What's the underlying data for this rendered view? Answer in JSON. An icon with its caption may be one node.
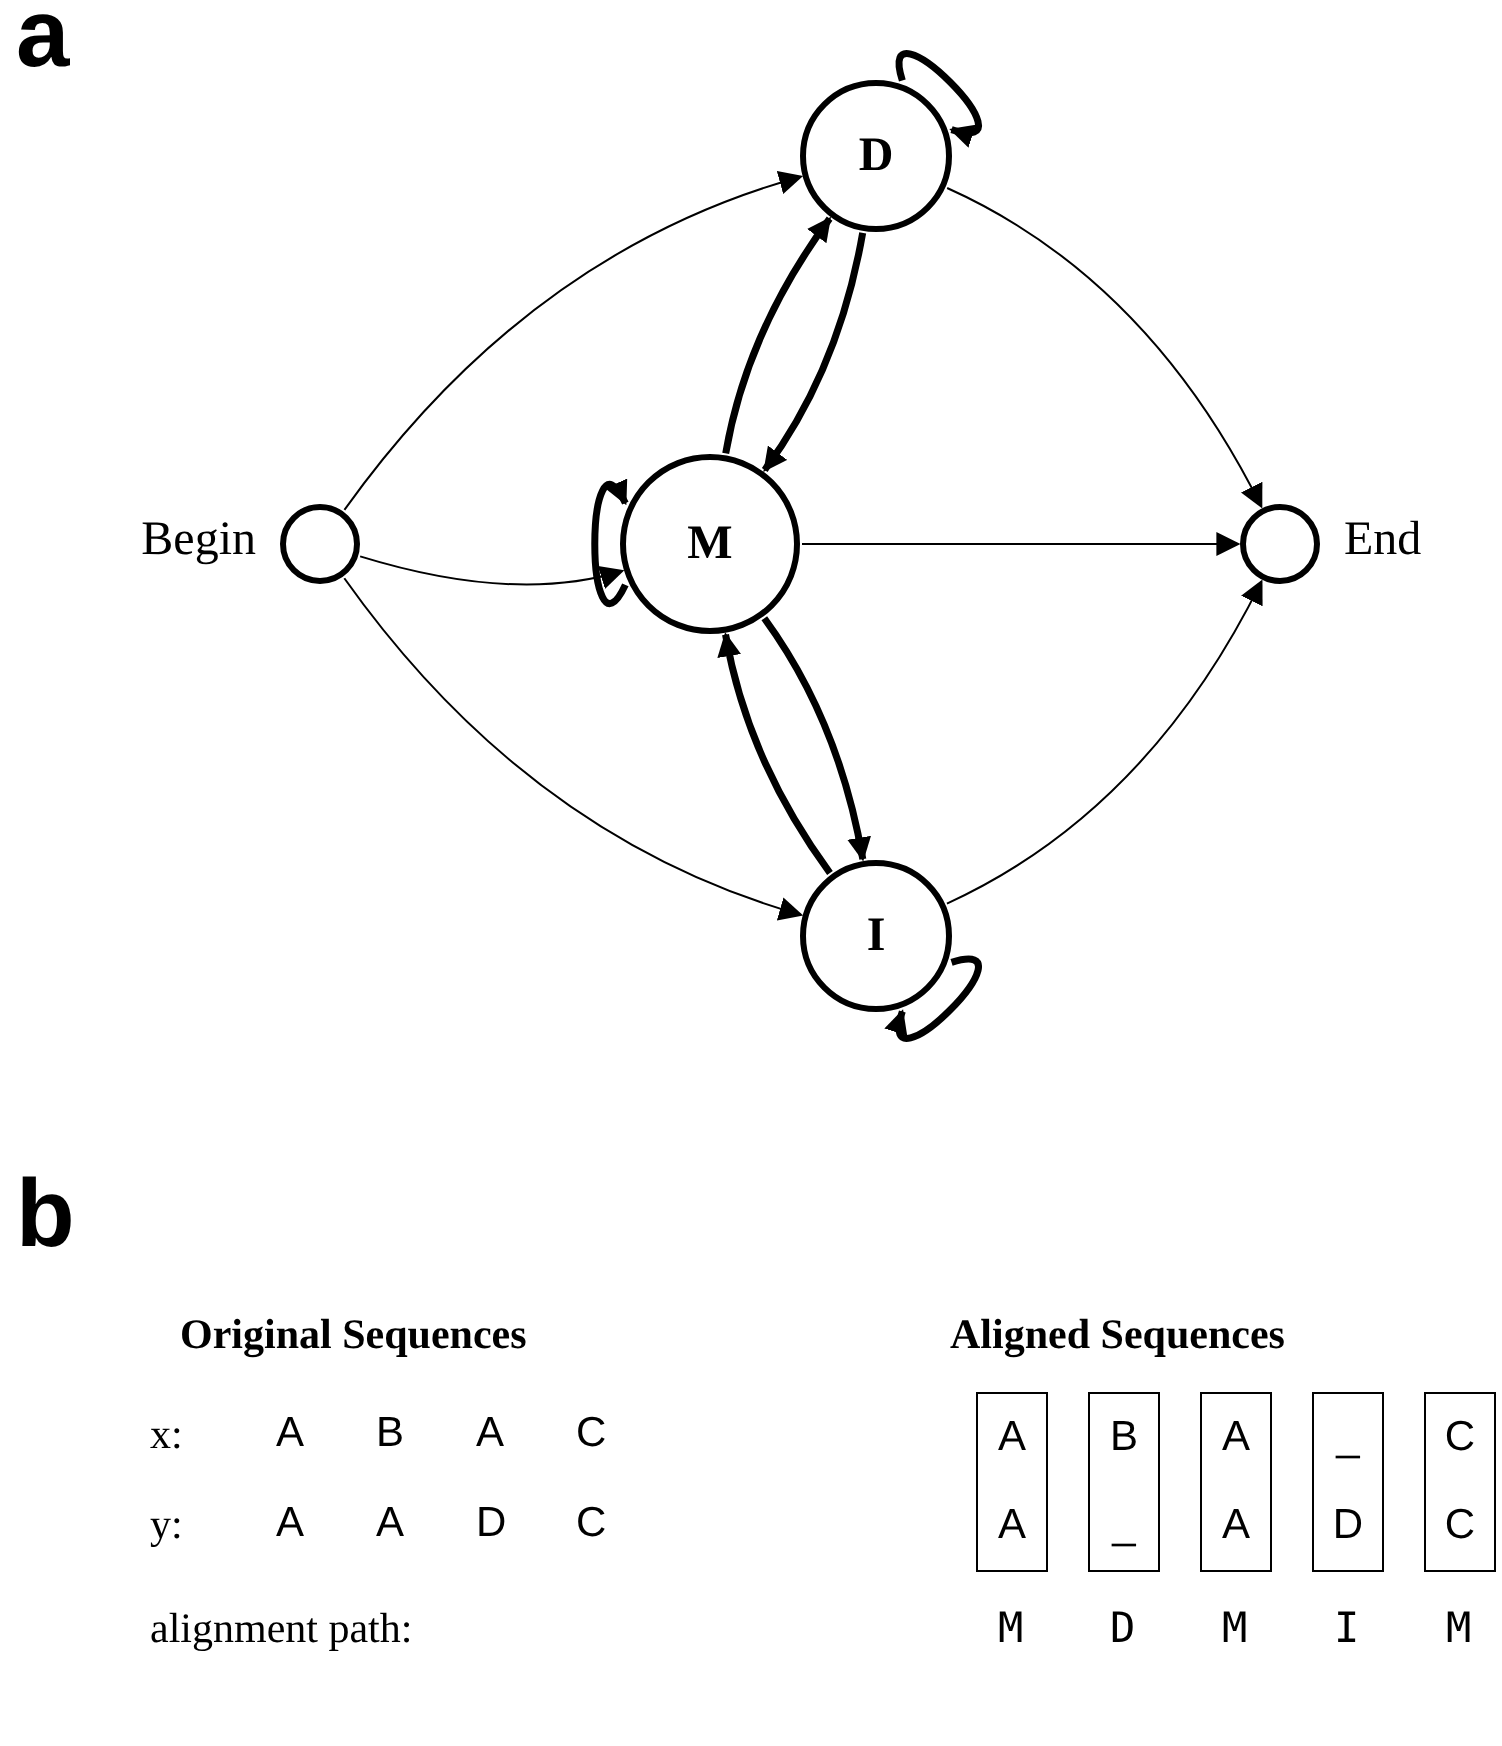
{
  "diagram": {
    "nodes": [
      {
        "text": [],
        "shape": "circle",
        "beside": [
          "Begin"
        ]
      },
      {
        "text": [
          "D"
        ]
      },
      {
        "text": [
          "M"
        ]
      },
      {
        "text": [
          "I"
        ]
      },
      {
        "text": [],
        "shape": "circle",
        "beside": [
          "End"
        ]
      },
      {
        "text": [
          "A",
          "A"
        ]
      },
      {
        "text": [
          "B",
          "_"
        ]
      },
      {
        "text": [
          "A",
          "A"
        ]
      },
      {
        "text": [
          "_",
          "D"
        ]
      },
      {
        "text": [
          "C",
          "C"
        ]
      }
    ],
    "edges": [
      {
        "from": 0,
        "to": 1,
        "arrow": "to"
      },
      {
        "from": 0,
        "to": 2,
        "arrow": "to"
      },
      {
        "from": 0,
        "to": 3,
        "arrow": "to"
      },
      {
        "from": 1,
        "to": 1,
        "arrow": "to"
      },
      {
        "from": 2,
        "to": 1,
        "arrow": "to"
      },
      {
        "from": 1,
        "to": 2,
        "arrow": "to"
      },
      {
        "from": 2,
        "to": 2,
        "arrow": "to"
      },
      {
        "from": 2,
        "to": 3,
        "arrow": "to"
      },
      {
        "from": 3,
        "to": 2,
        "arrow": "to"
      },
      {
        "from": 3,
        "to": 3,
        "arrow": "to"
      },
      {
        "from": 1,
        "to": 4,
        "arrow": "to"
      },
      {
        "from": 2,
        "to": 4,
        "arrow": "to"
      },
      {
        "from": 3,
        "to": 4,
        "arrow": "to"
      }
    ],
    "labels": [
      "a",
      "b",
      "Original Sequences",
      "Aligned Sequences",
      "x:",
      "A",
      "B",
      "A",
      "C",
      "y:",
      "A",
      "A",
      "D",
      "C",
      "alignment path:",
      "M",
      "D",
      "M",
      "I",
      "M"
    ]
  }
}
